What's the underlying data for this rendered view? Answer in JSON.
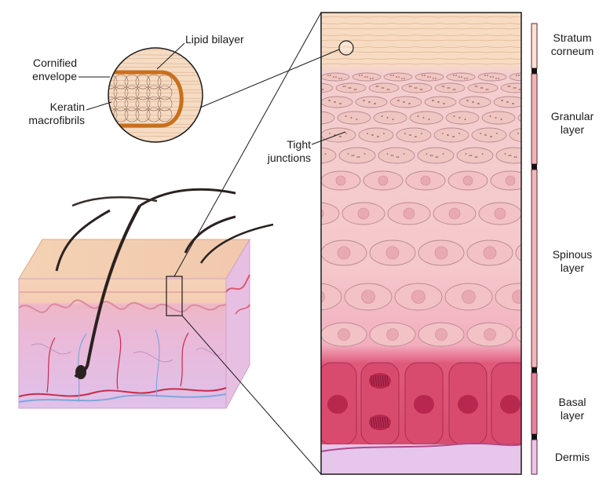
{
  "callout": {
    "lipid_bilayer": "Lipid bilayer",
    "cornified_envelope": [
      "Cornified",
      "envelope"
    ],
    "keratin_macrofibrils": [
      "Keratin",
      "macrofibrils"
    ],
    "tight_junctions": [
      "Tight",
      "junctions"
    ]
  },
  "layers": [
    {
      "line1": "Stratum",
      "line2": "corneum",
      "color": "#fbe3d2"
    },
    {
      "line1": "Granular",
      "line2": "layer",
      "color": "#f0b5b5"
    },
    {
      "line1": "Spinous",
      "line2": "layer",
      "color": "#f0b8b8"
    },
    {
      "line1": "Basal",
      "line2": "layer",
      "color": "#e8849a"
    },
    {
      "line1": "Dermis",
      "line2": "",
      "color": "#e9c7ec"
    }
  ],
  "colors": {
    "stratum_corneum": "#f6dcc0",
    "granular": "#f2c9c9",
    "spinous": "#f4c9cb",
    "spinous_cell_border": "#b98a8e",
    "basal": "#d9476b",
    "basal_nucleus": "#b8284e",
    "dermis": "#e6c6ea",
    "cornified_envelope": "#c9701c",
    "blood_vessel_red": "#c92b4a",
    "lymph_vessel_blue": "#7fa6dc",
    "hair": "#2a2220",
    "outline": "#1a1a1a"
  }
}
